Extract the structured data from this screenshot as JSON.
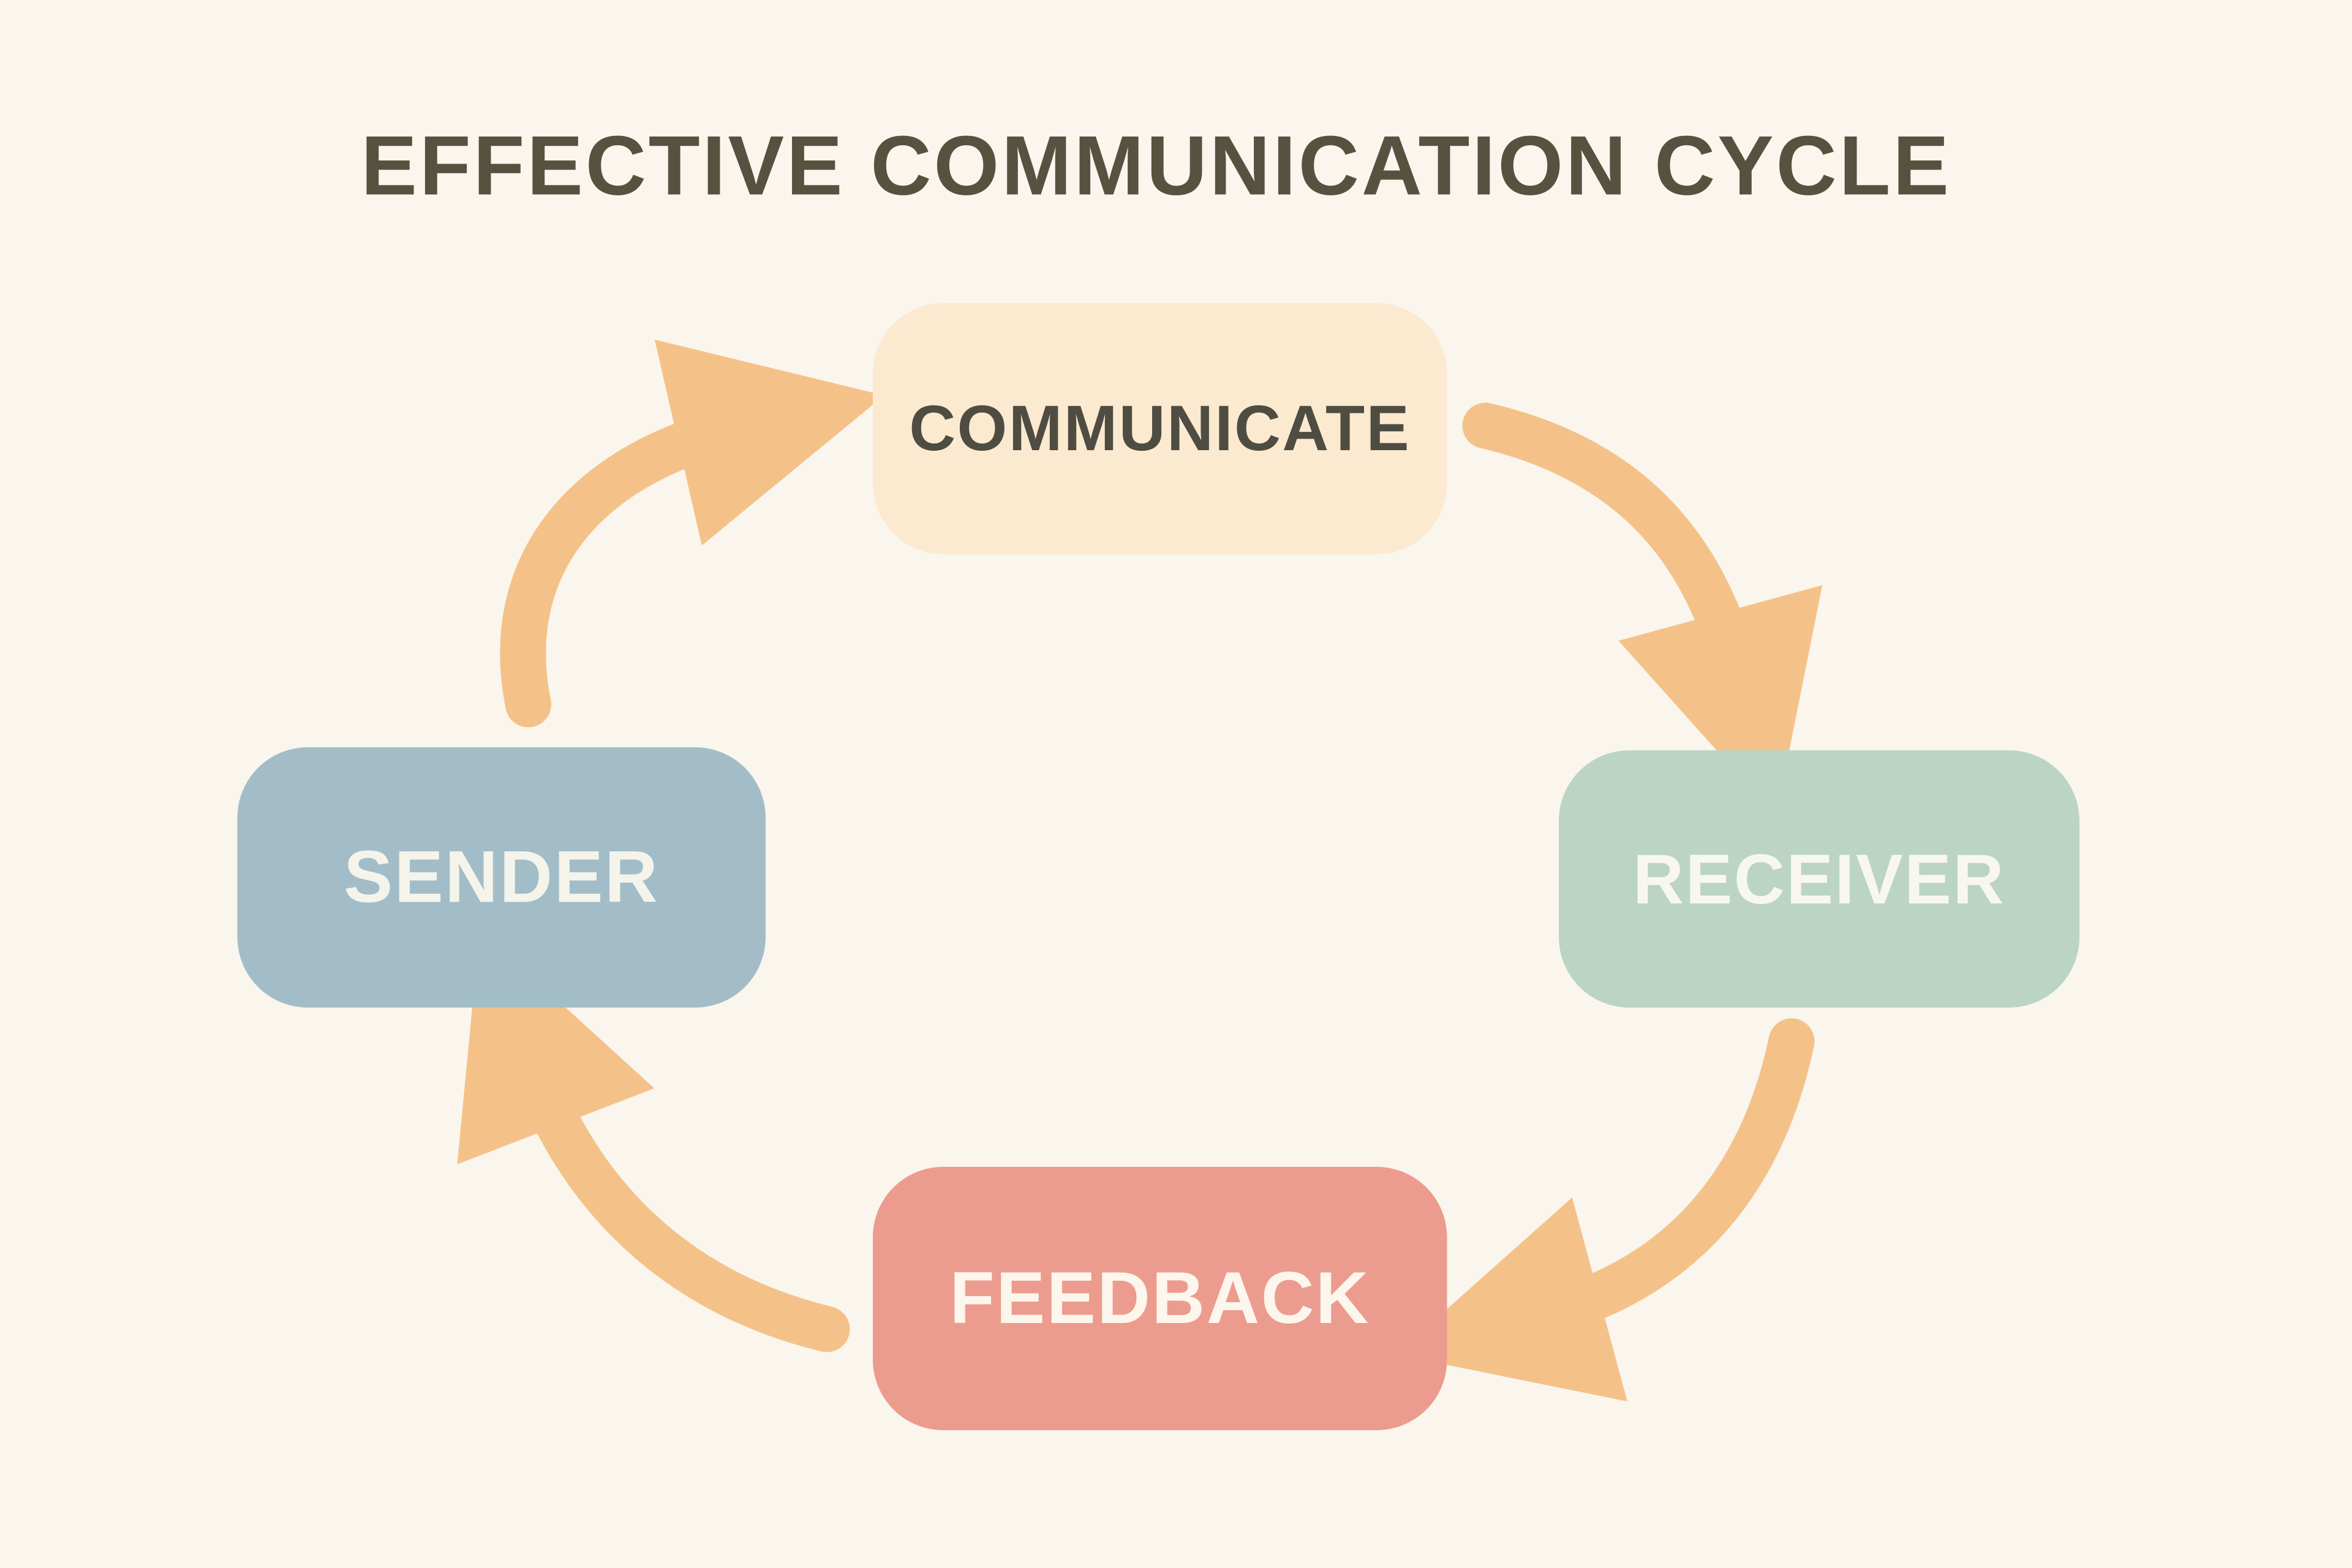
{
  "title": "EFFECTIVE COMMUNICATION CYCLE",
  "diagram": {
    "type": "cycle",
    "background_color": "#faf6ee",
    "title_color": "#55523f",
    "arrow_color": "#f4c289",
    "nodes": [
      {
        "id": "communicate",
        "label": "COMMUNICATE",
        "position": "top",
        "fill": "#fbead0",
        "text_color": "#4f4c42"
      },
      {
        "id": "receiver",
        "label": "RECEIVER",
        "position": "right",
        "fill": "#bcd4c6",
        "text_color": "#f8f7ef"
      },
      {
        "id": "feedback",
        "label": "FEEDBACK",
        "position": "bottom",
        "fill": "#ec9c8e",
        "text_color": "#fcf6ec"
      },
      {
        "id": "sender",
        "label": "SENDER",
        "position": "left",
        "fill": "#a3bdc8",
        "text_color": "#f5f4ea"
      }
    ],
    "flow_order": [
      "SENDER",
      "COMMUNICATE",
      "RECEIVER",
      "FEEDBACK",
      "SENDER"
    ],
    "arrows": [
      {
        "from": "sender",
        "to": "communicate"
      },
      {
        "from": "communicate",
        "to": "receiver"
      },
      {
        "from": "receiver",
        "to": "feedback"
      },
      {
        "from": "feedback",
        "to": "sender"
      }
    ]
  }
}
